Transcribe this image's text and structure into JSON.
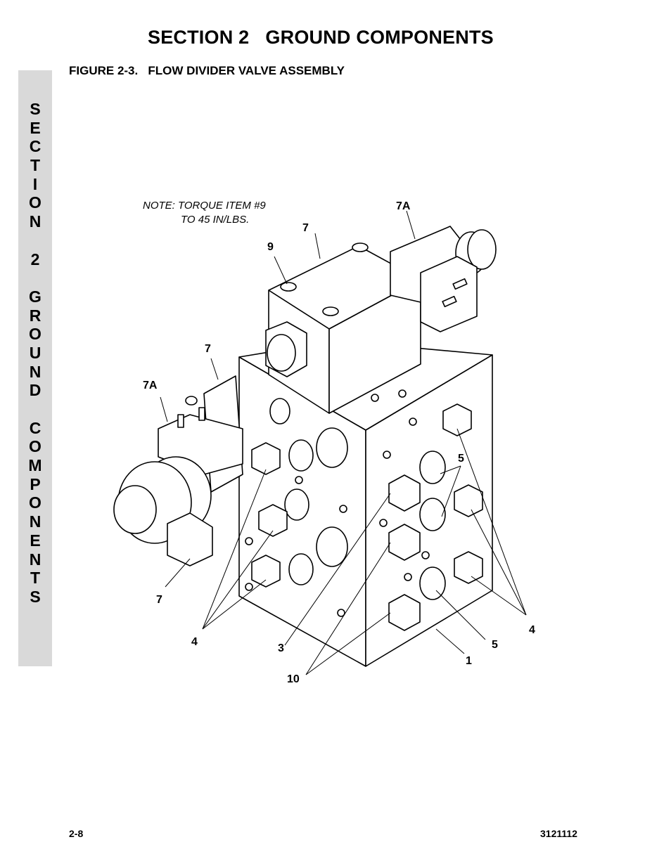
{
  "header": {
    "section_title": "SECTION 2   GROUND COMPONENTS",
    "figure_title": "FIGURE 2-3.   FLOW DIVIDER VALVE ASSEMBLY"
  },
  "side_tab": {
    "letters": [
      "S",
      "E",
      "C",
      "T",
      "I",
      "O",
      "N",
      " ",
      "2",
      " ",
      "G",
      "R",
      "O",
      "U",
      "N",
      "D",
      " ",
      "C",
      "O",
      "M",
      "P",
      "O",
      "N",
      "E",
      "N",
      "T",
      "S"
    ]
  },
  "figure": {
    "note_line1": "NOTE: TORQUE ITEM #9",
    "note_line2": "TO 45 IN/LBS.",
    "callouts": {
      "c7a_top": "7A",
      "c7_top": "7",
      "c9": "9",
      "c7_mid": "7",
      "c7a_left": "7A",
      "c5_upper": "5",
      "c4_right": "4",
      "c7_bottom": "7",
      "c4_left": "4",
      "c3": "3",
      "c5_lower": "5",
      "c1": "1",
      "c10": "10"
    }
  },
  "footer": {
    "page_number": "2-8",
    "doc_number": "3121112"
  }
}
